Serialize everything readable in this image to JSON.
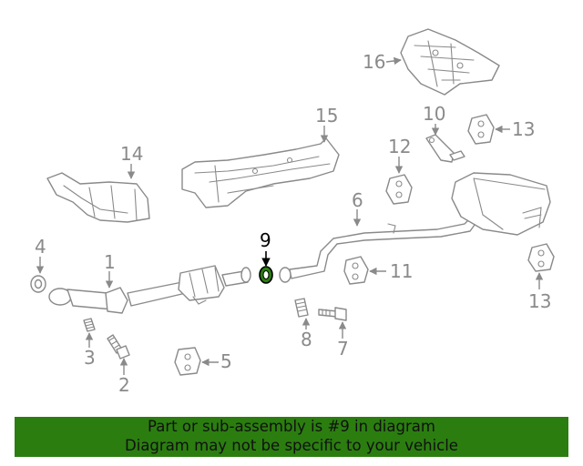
{
  "labels": {
    "p1": "1",
    "p2": "2",
    "p3": "3",
    "p4": "4",
    "p5": "5",
    "p6": "6",
    "p7": "7",
    "p8": "8",
    "p9": "9",
    "p10": "10",
    "p11": "11",
    "p12": "12",
    "p13a": "13",
    "p13b": "13",
    "p14": "14",
    "p15": "15",
    "p16": "16"
  },
  "highlighted_part": "9",
  "banner": {
    "line1": "Part or sub-assembly is #9 in diagram",
    "line2": "Diagram may not be specific to your vehicle"
  },
  "colors": {
    "line_art": "#8a8a8a",
    "highlight": "#000000",
    "highlight_fill": "#2b7d10",
    "banner_bg": "#2b7d10"
  }
}
